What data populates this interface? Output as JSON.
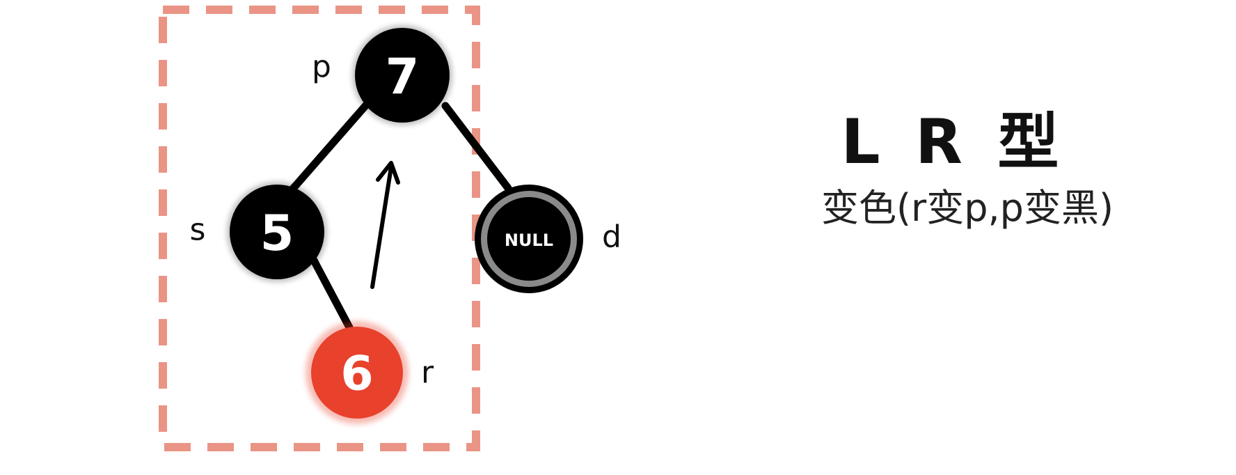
{
  "title": "L R 型",
  "subtitle": "变色(r变p,p变黑)",
  "nodes": {
    "p": {
      "value": "7",
      "color": "black",
      "label": "p"
    },
    "s": {
      "value": "5",
      "color": "black",
      "label": "s"
    },
    "d": {
      "value": "NULL",
      "color": "black",
      "label": "d"
    },
    "r": {
      "value": "6",
      "color": "red",
      "label": "r"
    }
  },
  "colors": {
    "black_node": "#000000",
    "red_node": "#e8412c",
    "dashed_frame": "#ea9486",
    "null_ring": "#8a8a8a",
    "text": "#111111"
  }
}
